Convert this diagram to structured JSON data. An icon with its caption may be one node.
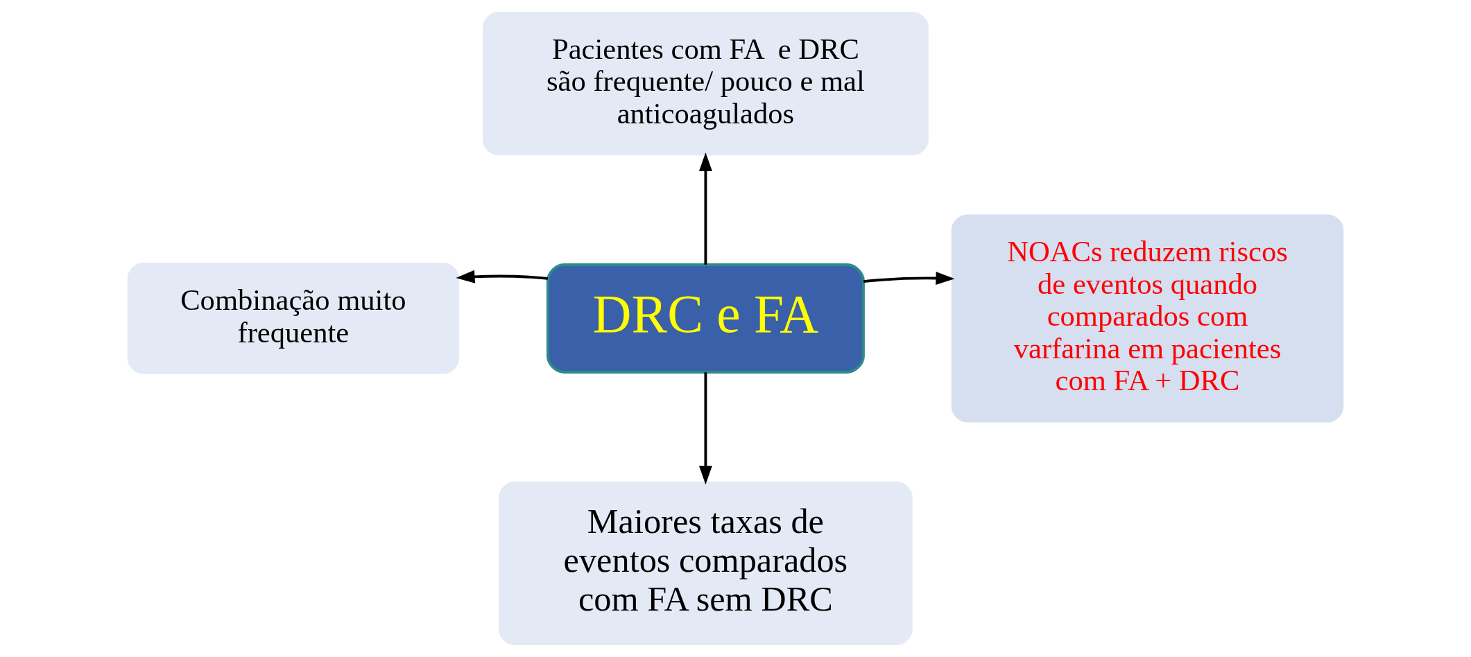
{
  "diagram": {
    "nodes": [
      {
        "text": [
          "Pacientes com FA  e DRC são frequente/ pouco e mal anticoagulados"
        ]
      },
      {
        "text": [
          "Combinação muito frequente"
        ]
      },
      {
        "text": [
          "DRC e FA"
        ]
      },
      {
        "text": [
          "NOACs reduzem riscos de eventos quando comparados com varfarina em pacientes com FA + DRC"
        ]
      },
      {
        "text": [
          "Maiores taxas de eventos comparados com FA sem DRC"
        ]
      }
    ],
    "edges": [
      {
        "from": 2,
        "to": 0,
        "arrow": "to"
      },
      {
        "from": 2,
        "to": 1,
        "arrow": "to"
      },
      {
        "from": 2,
        "to": 3,
        "arrow": "to"
      },
      {
        "from": 2,
        "to": 4,
        "arrow": "to"
      }
    ]
  }
}
